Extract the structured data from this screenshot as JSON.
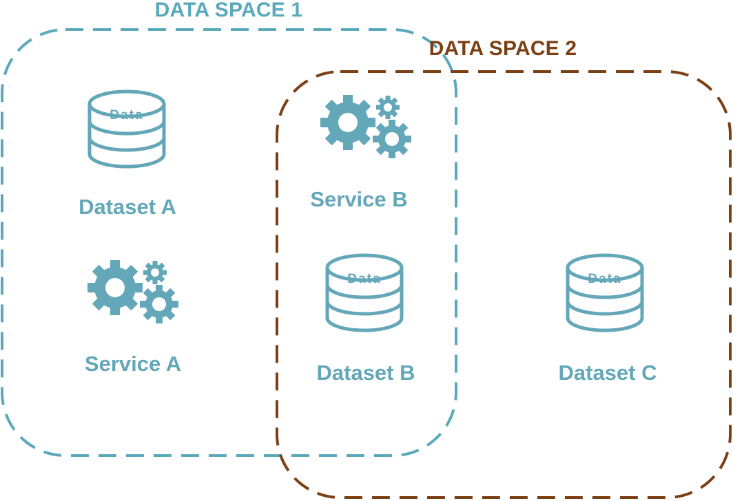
{
  "colors": {
    "space1": "#5aa9bb",
    "space2": "#7b3f14",
    "item": "#63a7b9"
  },
  "spaces": [
    {
      "title": "DATA SPACE 1"
    },
    {
      "title": "DATA SPACE 2"
    }
  ],
  "items": {
    "dataset_a": {
      "label": "Dataset A",
      "icon": "database-icon",
      "icon_text": "Data"
    },
    "service_a": {
      "label": "Service A",
      "icon": "gears-icon"
    },
    "service_b": {
      "label": "Service B",
      "icon": "gears-icon"
    },
    "dataset_b": {
      "label": "Dataset B",
      "icon": "database-icon",
      "icon_text": "Data"
    },
    "dataset_c": {
      "label": "Dataset C",
      "icon": "database-icon",
      "icon_text": "Data"
    }
  }
}
